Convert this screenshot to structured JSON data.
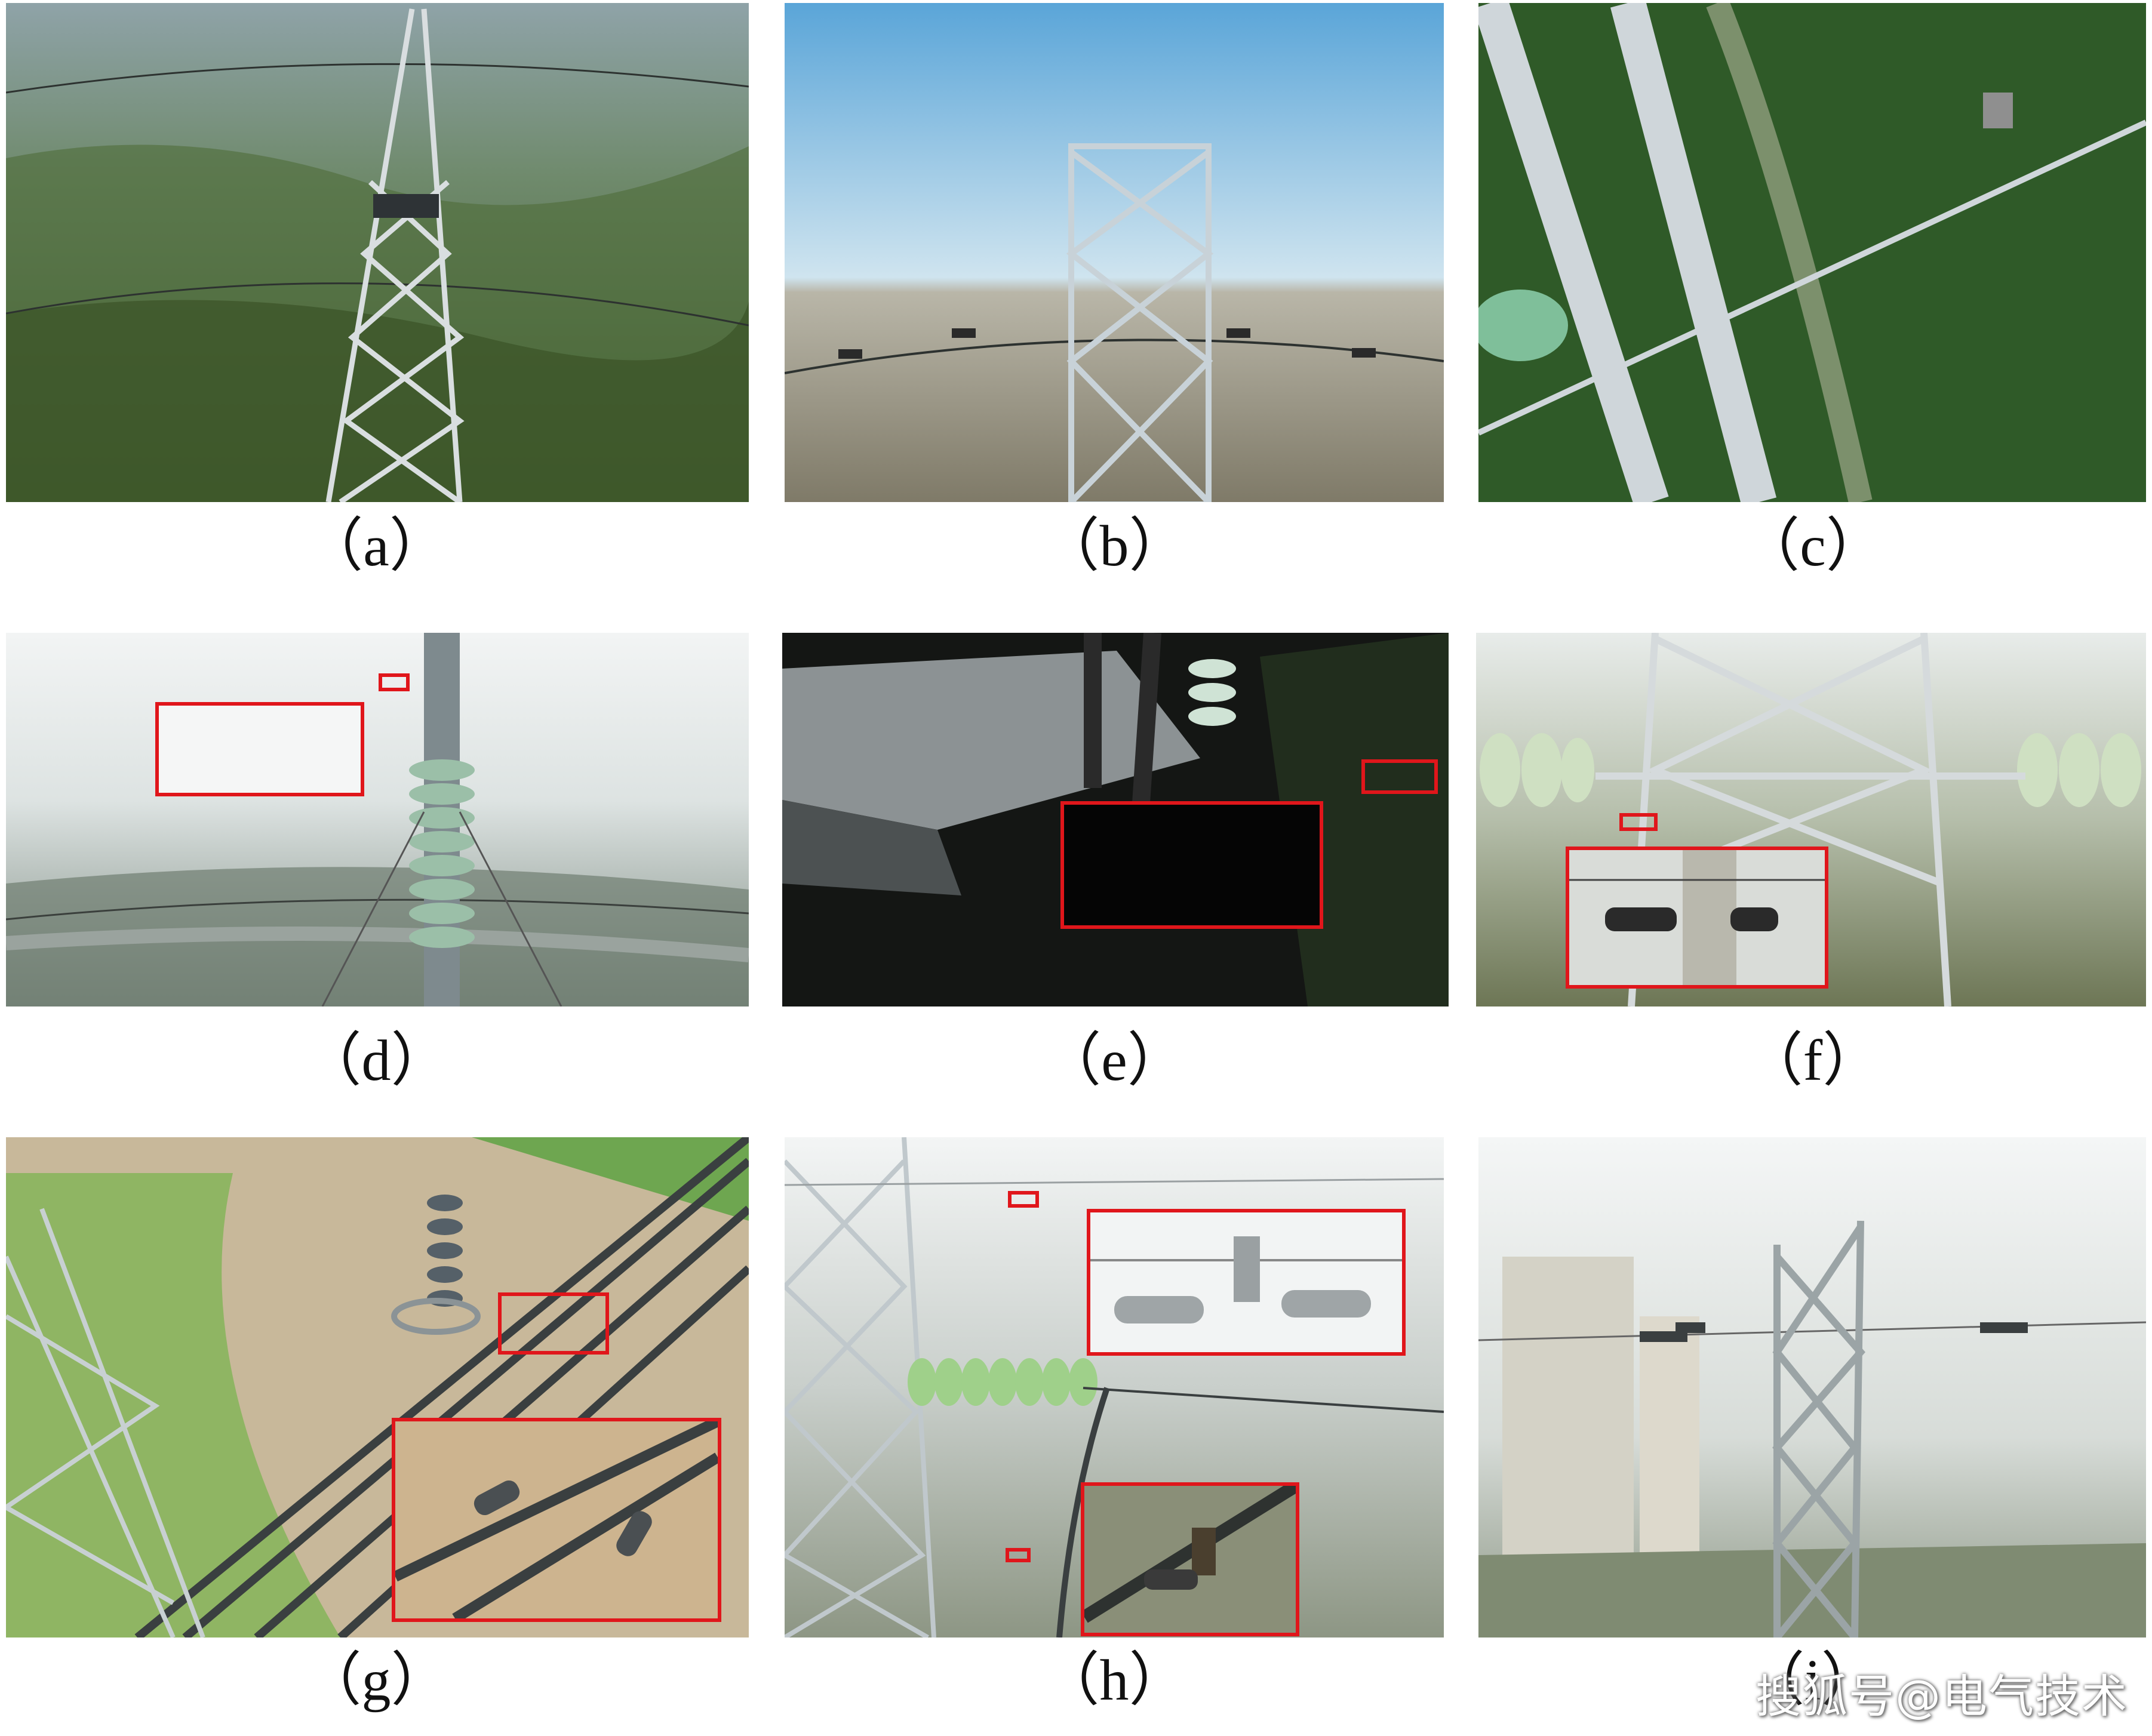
{
  "panels": [
    {
      "id": "a",
      "label": "（a）"
    },
    {
      "id": "b",
      "label": "（b）"
    },
    {
      "id": "c",
      "label": "（c）"
    },
    {
      "id": "d",
      "label": "（d）"
    },
    {
      "id": "e",
      "label": "（e）"
    },
    {
      "id": "f",
      "label": "（f）"
    },
    {
      "id": "g",
      "label": "（g）"
    },
    {
      "id": "h",
      "label": "（h）"
    },
    {
      "id": "i",
      "label": "（i）"
    }
  ],
  "watermark": "搜狐号@电气技术",
  "colors": {
    "annotation_box": "#e0161b"
  }
}
